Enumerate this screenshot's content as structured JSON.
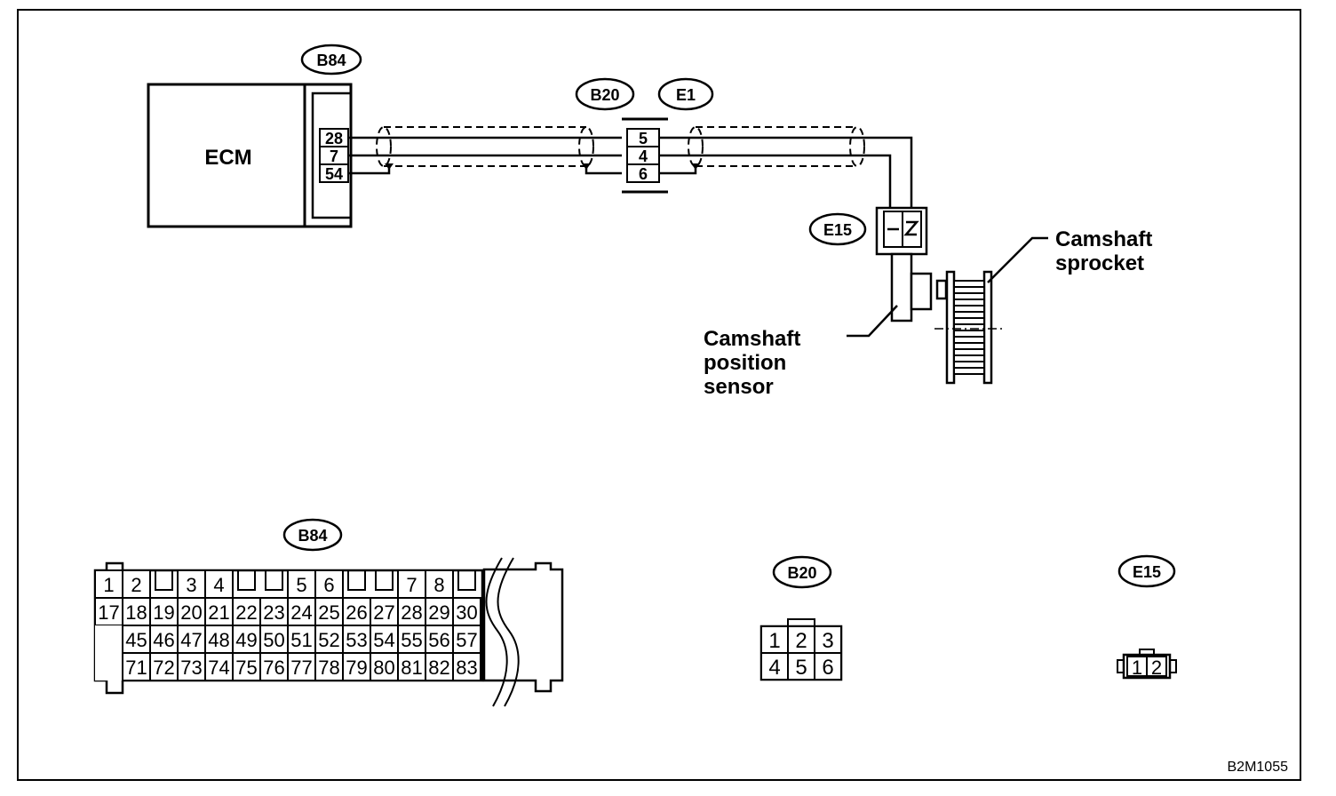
{
  "diagram": {
    "figure_code": "B2M1055",
    "ecm_label": "ECM",
    "connectors": {
      "b84_top": "B84",
      "b20_top": "B20",
      "e1_top": "E1",
      "e15_top": "E15",
      "b84_bottom": "B84",
      "b20_bottom": "B20",
      "e15_bottom": "E15"
    },
    "ecm_pins": [
      "28",
      "7",
      "54"
    ],
    "joint_pins": [
      "5",
      "4",
      "6"
    ],
    "sensor_pins": [
      "1",
      "2"
    ],
    "labels": {
      "sprocket_line1": "Camshaft",
      "sprocket_line2": "sprocket",
      "sensor_line1": "Camshaft",
      "sensor_line2": "position",
      "sensor_line3": "sensor"
    },
    "b84_face": {
      "row1": [
        "1",
        "2",
        "",
        "3",
        "4",
        "",
        "",
        "5",
        "6",
        "",
        "",
        "7",
        "8",
        ""
      ],
      "row2": [
        "17",
        "18",
        "19",
        "20",
        "21",
        "22",
        "23",
        "24",
        "25",
        "26",
        "27",
        "28",
        "29",
        "30"
      ],
      "row3": [
        "",
        "45",
        "46",
        "47",
        "48",
        "49",
        "50",
        "51",
        "52",
        "53",
        "54",
        "55",
        "56",
        "57"
      ],
      "row4": [
        "",
        "71",
        "72",
        "73",
        "74",
        "75",
        "76",
        "77",
        "78",
        "79",
        "80",
        "81",
        "82",
        "83"
      ]
    },
    "b20_face": {
      "row1": [
        "1",
        "2",
        "3"
      ],
      "row2": [
        "4",
        "5",
        "6"
      ]
    },
    "e15_face": [
      "1",
      "2"
    ]
  }
}
